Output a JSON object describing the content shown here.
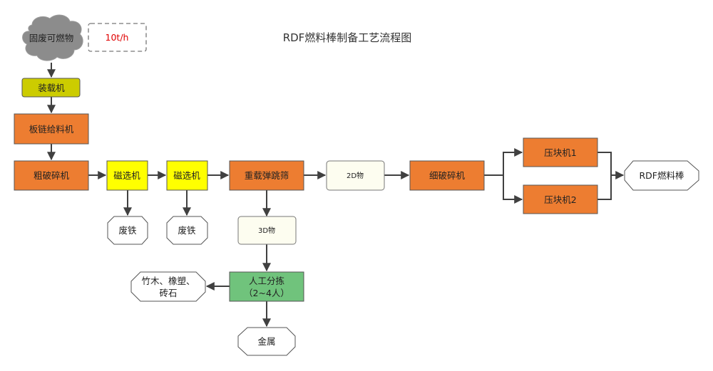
{
  "title": "RDF燃料棒制备工艺流程图",
  "colors": {
    "orange": "#ed7d31",
    "yellow": "#ffff00",
    "olive": "#cccc00",
    "green": "#70c37c",
    "cream": "#fdfdf0",
    "cloud": "#8c8c8c",
    "annotation_text": "#e00000",
    "edge": "#404040"
  },
  "nodes": {
    "source": {
      "label": "固废可燃物",
      "shape": "cloud"
    },
    "capacity": {
      "label": "10t/h",
      "shape": "dashed-box"
    },
    "loader": {
      "label": "装载机",
      "shape": "rect"
    },
    "chain_feeder": {
      "label": "板链给料机",
      "shape": "rect"
    },
    "coarse_crusher": {
      "label": "粗破碎机",
      "shape": "rect"
    },
    "magnet1": {
      "label": "磁选机",
      "shape": "rect"
    },
    "magnet2": {
      "label": "磁选机",
      "shape": "rect"
    },
    "scrap1": {
      "label": "废铁",
      "shape": "octagon"
    },
    "scrap2": {
      "label": "废铁",
      "shape": "octagon"
    },
    "screen": {
      "label": "重载弹跳筛",
      "shape": "rect"
    },
    "material_2d": {
      "label": "2D物",
      "shape": "rounded"
    },
    "material_3d": {
      "label": "3D物",
      "shape": "rounded"
    },
    "fine_crusher": {
      "label": "细破碎机",
      "shape": "rect"
    },
    "press1": {
      "label": "压块机1",
      "shape": "rect"
    },
    "press2": {
      "label": "压块机2",
      "shape": "rect"
    },
    "product": {
      "label": "RDF燃料棒",
      "shape": "octagon"
    },
    "manual_sort": {
      "line1": "人工分拣",
      "line2": "（2~4人）",
      "shape": "rect"
    },
    "residue": {
      "line1": "竹木、橡塑、",
      "line2": "砖石",
      "shape": "octagon"
    },
    "metal": {
      "label": "金属",
      "shape": "octagon"
    }
  },
  "edges": [
    [
      "source",
      "loader"
    ],
    [
      "loader",
      "chain_feeder"
    ],
    [
      "chain_feeder",
      "coarse_crusher"
    ],
    [
      "coarse_crusher",
      "magnet1"
    ],
    [
      "magnet1",
      "magnet2"
    ],
    [
      "magnet1",
      "scrap1"
    ],
    [
      "magnet2",
      "screen"
    ],
    [
      "magnet2",
      "scrap2"
    ],
    [
      "screen",
      "material_2d"
    ],
    [
      "screen",
      "material_3d"
    ],
    [
      "material_2d",
      "fine_crusher"
    ],
    [
      "fine_crusher",
      "press1"
    ],
    [
      "fine_crusher",
      "press2"
    ],
    [
      "press1",
      "product"
    ],
    [
      "press2",
      "product"
    ],
    [
      "material_3d",
      "manual_sort"
    ],
    [
      "manual_sort",
      "residue"
    ],
    [
      "manual_sort",
      "metal"
    ]
  ]
}
